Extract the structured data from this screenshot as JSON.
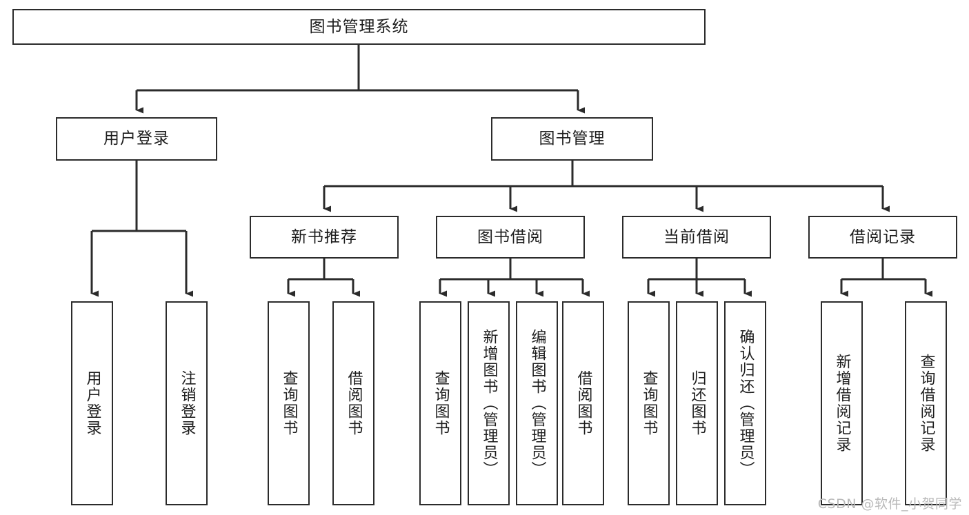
{
  "diagram": {
    "title": "图书管理系统",
    "type": "功能结构图",
    "colors": {
      "stroke": "#2b2b2b",
      "fill": "#ffffff",
      "text": "#1d1d1d",
      "watermark": "#b9b9b9",
      "background": "#ffffff"
    },
    "watermark": "CSDN @软件_小贺同学",
    "levels": {
      "root": {
        "label": "图书管理系统"
      },
      "level2": [
        {
          "label": "用户登录"
        },
        {
          "label": "图书管理"
        }
      ],
      "level3": [
        {
          "label": "新书推荐"
        },
        {
          "label": "图书借阅"
        },
        {
          "label": "当前借阅"
        },
        {
          "label": "借阅记录"
        }
      ],
      "leaves": [
        {
          "label": "用户登录",
          "parent": "用户登录"
        },
        {
          "label": "注销登录",
          "parent": "用户登录"
        },
        {
          "label": "查询图书",
          "parent": "新书推荐"
        },
        {
          "label": "借阅图书",
          "parent": "新书推荐"
        },
        {
          "label": "查询图书",
          "parent": "图书借阅"
        },
        {
          "label": "新增图书（管理员）",
          "parent": "图书借阅"
        },
        {
          "label": "编辑图书（管理员）",
          "parent": "图书借阅"
        },
        {
          "label": "借阅图书",
          "parent": "图书借阅"
        },
        {
          "label": "查询图书",
          "parent": "当前借阅"
        },
        {
          "label": "归还图书",
          "parent": "当前借阅"
        },
        {
          "label": "确认归还（管理员）",
          "parent": "当前借阅"
        },
        {
          "label": "新增借阅记录",
          "parent": "借阅记录"
        },
        {
          "label": "查询借阅记录",
          "parent": "借阅记录"
        }
      ]
    }
  }
}
